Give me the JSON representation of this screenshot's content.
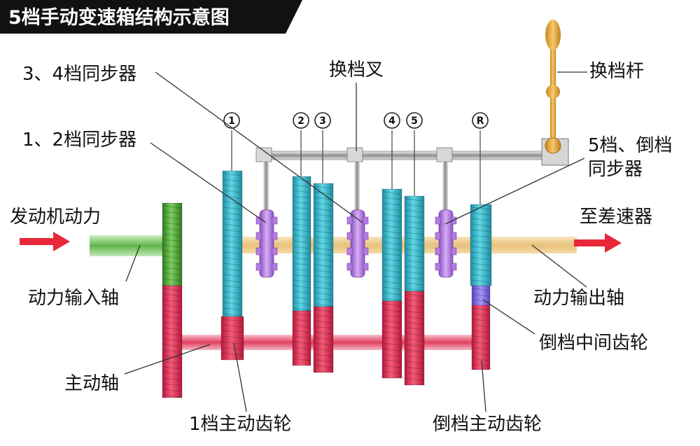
{
  "title": "5档手动变速箱结构示意图",
  "labels": {
    "sync_34": "3、4档同步器",
    "sync_12": "1、2档同步器",
    "shift_fork": "换档叉",
    "shift_lever": "换档杆",
    "sync_5r_line1": "5档、倒档",
    "sync_5r_line2": "同步器",
    "engine_power": "发动机动力",
    "to_differential": "至差速器",
    "input_shaft": "动力输入轴",
    "output_shaft": "动力输出轴",
    "reverse_idler": "倒档中间齿轮",
    "main_shaft": "主动轴",
    "gear1_drive": "1档主动齿轮",
    "reverse_drive": "倒档主动齿轮"
  },
  "gear_markers": [
    "1",
    "2",
    "3",
    "4",
    "5",
    "R"
  ],
  "colors": {
    "cyan_gear": "#2fb6c8",
    "pink_gear": "#e8284e",
    "green_gear": "#4fa83c",
    "sync_purple": "#b57be0",
    "output_shaft": "#f1d39a",
    "arrow_red": "#e8283a"
  }
}
